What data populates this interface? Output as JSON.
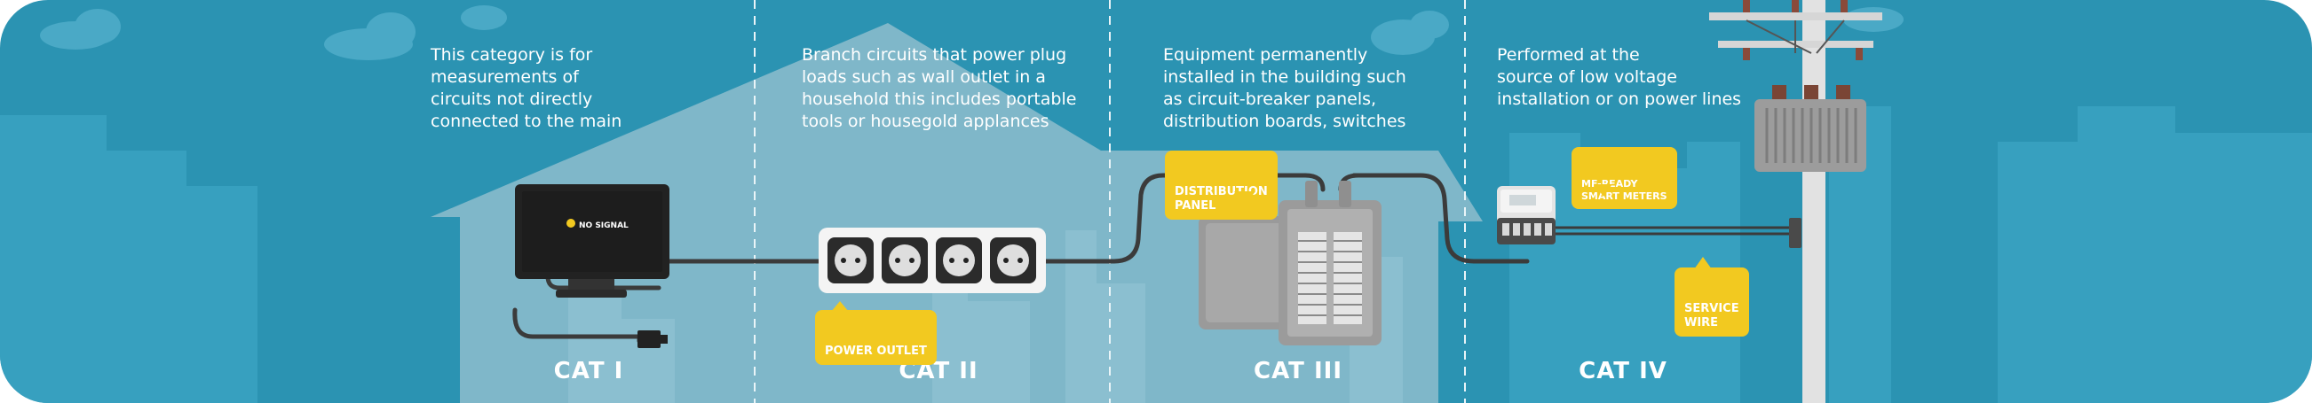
{
  "sections": [
    {
      "id": "cat-1",
      "label": "CAT I",
      "description": "This category is for\nmeasurements of\ncircuits not directly\nconnected to the main"
    },
    {
      "id": "cat-2",
      "label": "CAT II",
      "description": "Branch circuits that power plug\nloads such as wall outlet in a\nhousehold this includes portable\ntools or housegold applances"
    },
    {
      "id": "cat-3",
      "label": "CAT III",
      "description": "Equipment permanently\ninstalled in the building such\nas circuit-breaker panels,\ndistribution boards, switches"
    },
    {
      "id": "cat-4",
      "label": "CAT IV",
      "description": "Performed at the\nsource of low voltage\ninstallation or on power lines"
    }
  ],
  "monitor": {
    "status_text": "NO SIGNAL"
  },
  "callouts": {
    "power_outlet": "POWER OUTLET",
    "distribution_panel": "DISTRIBUTION\nPANEL",
    "smart_meters": "MF-READY\nSMART METERS",
    "service_wire": "SERVICE\nWIRE"
  },
  "colors": {
    "background": "#2b93b2",
    "skyline": "#3a9fbd",
    "house": "#7fb7c9",
    "callout": "#f2c920",
    "cable": "#3b3b3b",
    "text": "#ffffff"
  }
}
